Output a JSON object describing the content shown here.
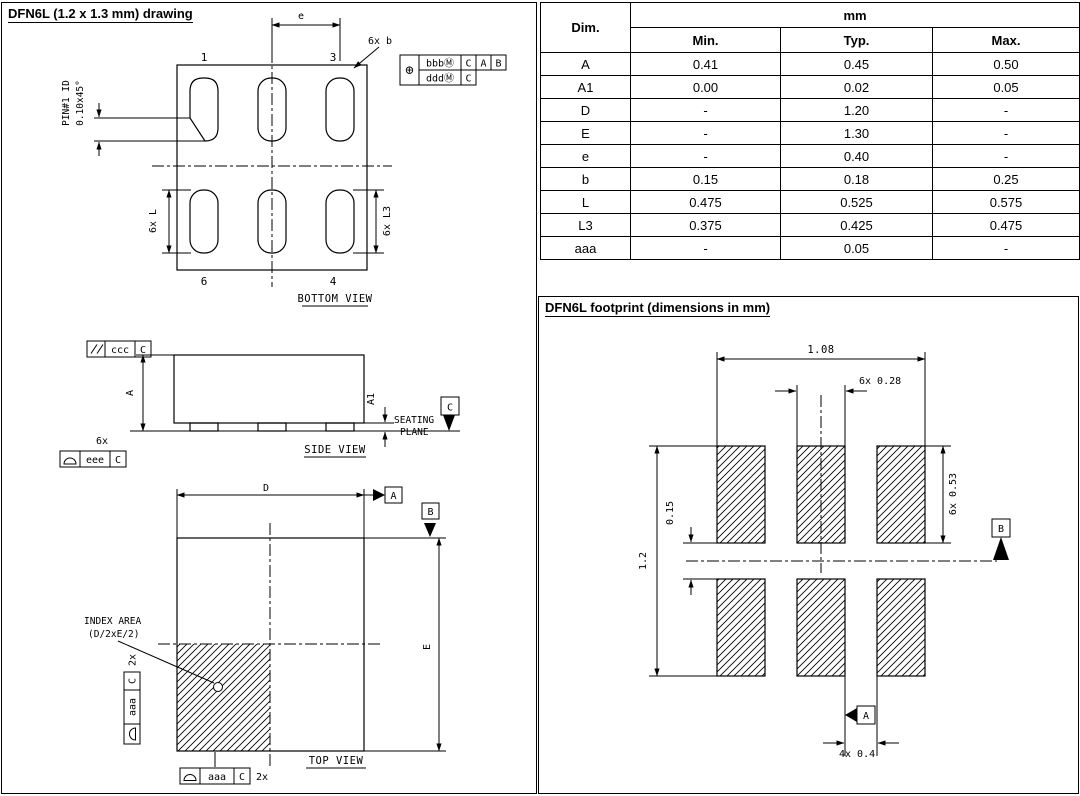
{
  "colors": {
    "ink": "#000000",
    "background": "#ffffff"
  },
  "package_drawing": {
    "title": "DFN6L (1.2 x 1.3 mm) drawing",
    "bottom_view": {
      "caption": "BOTTOM VIEW",
      "pin_labels": {
        "p1": "1",
        "p3": "3",
        "p6": "6",
        "p4": "4"
      },
      "dim_e": "e",
      "dim_b": "6x b",
      "dim_l": "6x L",
      "dim_l3": "6x L3",
      "pin1_id": "PIN#1 ID",
      "pin1_chamfer": "0.10x45°",
      "position_symbol": "⊕",
      "fcf_row1": {
        "tolerance": "bbbⓂ",
        "datum1": "C",
        "datum2": "A",
        "datum3": "B"
      },
      "fcf_row2": {
        "tolerance": "dddⓂ",
        "datum1": "C"
      }
    },
    "side_view": {
      "caption": "SIDE VIEW",
      "parallelism_symbol": "//",
      "fcf_parallelism": {
        "tolerance": "ccc",
        "datum": "C"
      },
      "dim_a": "A",
      "dim_a1": "A1",
      "seating_line1": "SEATING",
      "seating_line2": "PLANE",
      "datum_c": "C",
      "qty_terminals": "6x",
      "profile_symbol": "⌓",
      "fcf_profile": {
        "tolerance": "eee",
        "datum": "C"
      }
    },
    "top_view": {
      "caption": "TOP VIEW",
      "dim_d": "D",
      "dim_e_height": "E",
      "datum_a": "A",
      "datum_b": "B",
      "index_area_line1": "INDEX AREA",
      "index_area_line2": "(D/2xE/2)",
      "profile_symbol": "⌓",
      "left_fcf": {
        "qty": "2x",
        "tolerance": "aaa",
        "datum": "C"
      },
      "bottom_fcf": {
        "qty": "2x",
        "tolerance": "aaa",
        "datum": "C"
      }
    }
  },
  "dimension_table": {
    "corner_header": "Dim.",
    "unit_header": "mm",
    "columns": [
      "Min.",
      "Typ.",
      "Max."
    ],
    "rows": [
      {
        "dim": "A",
        "min": "0.41",
        "typ": "0.45",
        "max": "0.50"
      },
      {
        "dim": "A1",
        "min": "0.00",
        "typ": "0.02",
        "max": "0.05"
      },
      {
        "dim": "D",
        "min": "-",
        "typ": "1.20",
        "max": "-"
      },
      {
        "dim": "E",
        "min": "-",
        "typ": "1.30",
        "max": "-"
      },
      {
        "dim": "e",
        "min": "-",
        "typ": "0.40",
        "max": "-"
      },
      {
        "dim": "b",
        "min": "0.15",
        "typ": "0.18",
        "max": "0.25"
      },
      {
        "dim": "L",
        "min": "0.475",
        "typ": "0.525",
        "max": "0.575"
      },
      {
        "dim": "L3",
        "min": "0.375",
        "typ": "0.425",
        "max": "0.475"
      },
      {
        "dim": "aaa",
        "min": "-",
        "typ": "0.05",
        "max": "-"
      }
    ]
  },
  "footprint": {
    "title": "DFN6L footprint (dimensions in mm)",
    "dim_overall_width": "1.08",
    "dim_pad_width": "6x 0.28",
    "dim_row_gap": "0.15",
    "dim_overall_height": "1.2",
    "dim_pad_height": "6x 0.53",
    "dim_pitch": "4x 0.4",
    "datum_a": "A",
    "datum_b": "B"
  }
}
